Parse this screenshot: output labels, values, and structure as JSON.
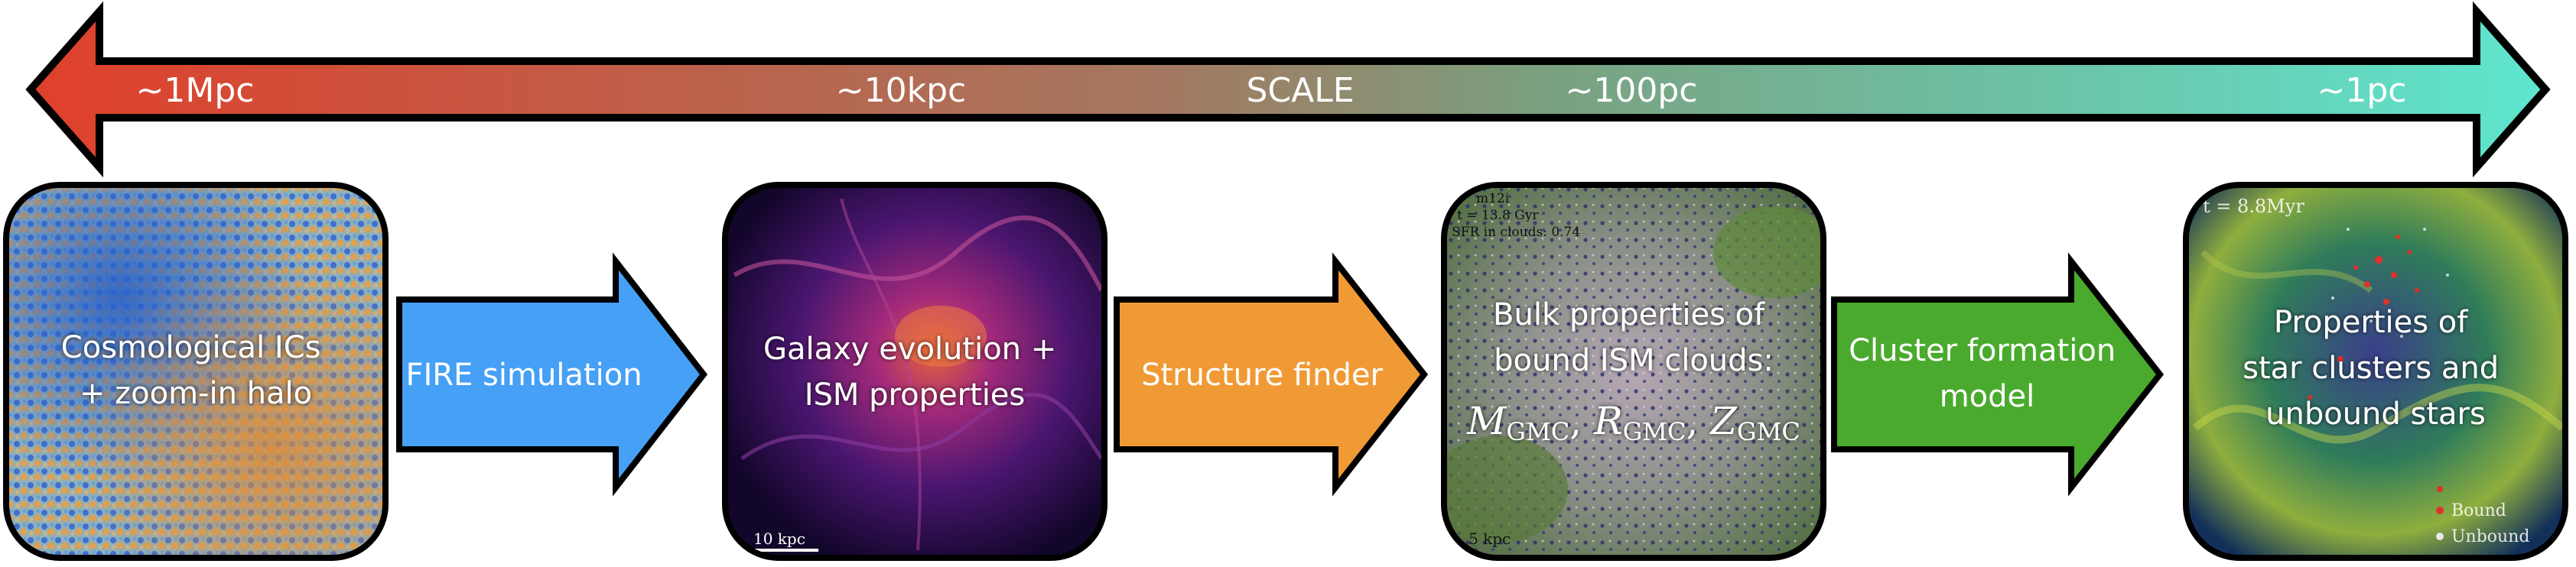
{
  "scale_bar": {
    "label": "SCALE",
    "ticks": [
      "~1Mpc",
      "~10kpc",
      "~100pc",
      "~1pc"
    ],
    "color_left": "#e0402c",
    "color_right": "#5ee6cf"
  },
  "steps": [
    {
      "lines": [
        "Cosmological ICs",
        "+ zoom-in halo"
      ]
    },
    {
      "lines": [
        "Galaxy evolution +",
        "ISM properties"
      ],
      "scalebar_label": "10 kpc"
    },
    {
      "lines": [
        "Bulk properties of",
        "bound ISM clouds:"
      ],
      "math": {
        "m": "M",
        "r": "R",
        "z": "Z",
        "sub": "GMC"
      },
      "overlay_lines": [
        "m12i",
        "t = 13.8 Gyr",
        "SFR in clouds: 0.74"
      ],
      "scalebar_label": "5 kpc"
    },
    {
      "lines": [
        "Properties of",
        "star clusters and",
        "unbound stars"
      ],
      "time_label": "t = 8.8Myr",
      "legend": [
        "Bound",
        "Unbound"
      ]
    }
  ],
  "arrows": [
    {
      "lines": [
        "FIRE simulation"
      ],
      "color": "#46a0f5"
    },
    {
      "lines": [
        "Structure finder"
      ],
      "color": "#f09a35"
    },
    {
      "lines": [
        "Cluster formation",
        "model"
      ],
      "color": "#4aaa2e"
    }
  ]
}
